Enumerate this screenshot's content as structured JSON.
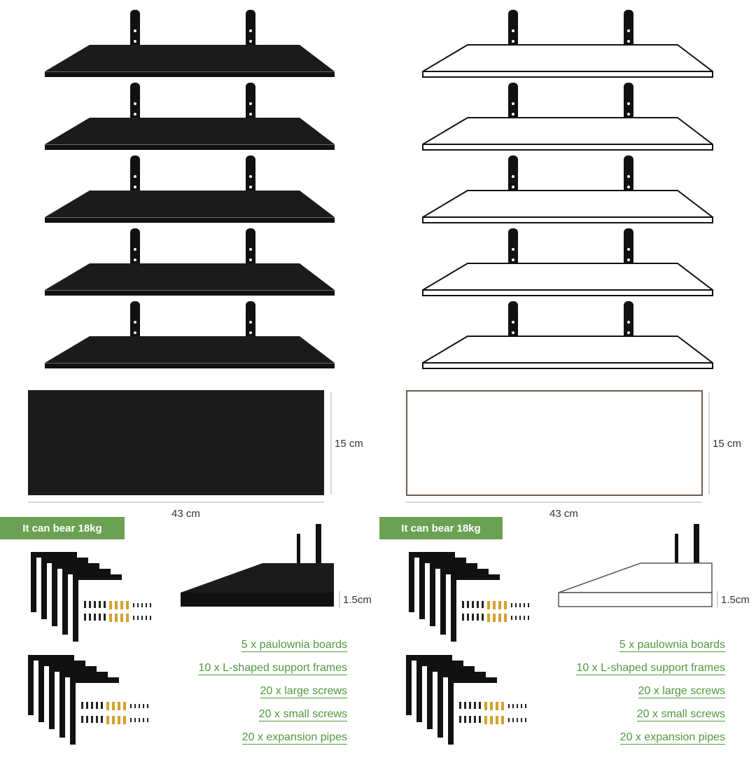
{
  "colors": {
    "black_finish": "#1b1b1b",
    "white_finish": "#ffffff",
    "accent_green": "#6aa152",
    "list_green": "#4e9a3d",
    "bracket": "#111111",
    "screw_gold": "#d4a22c"
  },
  "variants": [
    {
      "finish": "black",
      "badge": "It can bear 18kg",
      "dimensions": {
        "width": "43 cm",
        "depth": "15 cm",
        "thickness": "1.5cm"
      },
      "contents": [
        "5 x paulownia boards",
        "10 x L-shaped support frames",
        "20 x large screws",
        "20 x small screws",
        "20 x expansion pipes"
      ]
    },
    {
      "finish": "white",
      "badge": "It can bear 18kg",
      "dimensions": {
        "width": "43 cm",
        "depth": "15 cm",
        "thickness": "1.5cm"
      },
      "contents": [
        "5 x paulownia boards",
        "10 x L-shaped support frames",
        "20 x large screws",
        "20 x small screws",
        "20 x expansion pipes"
      ]
    }
  ]
}
